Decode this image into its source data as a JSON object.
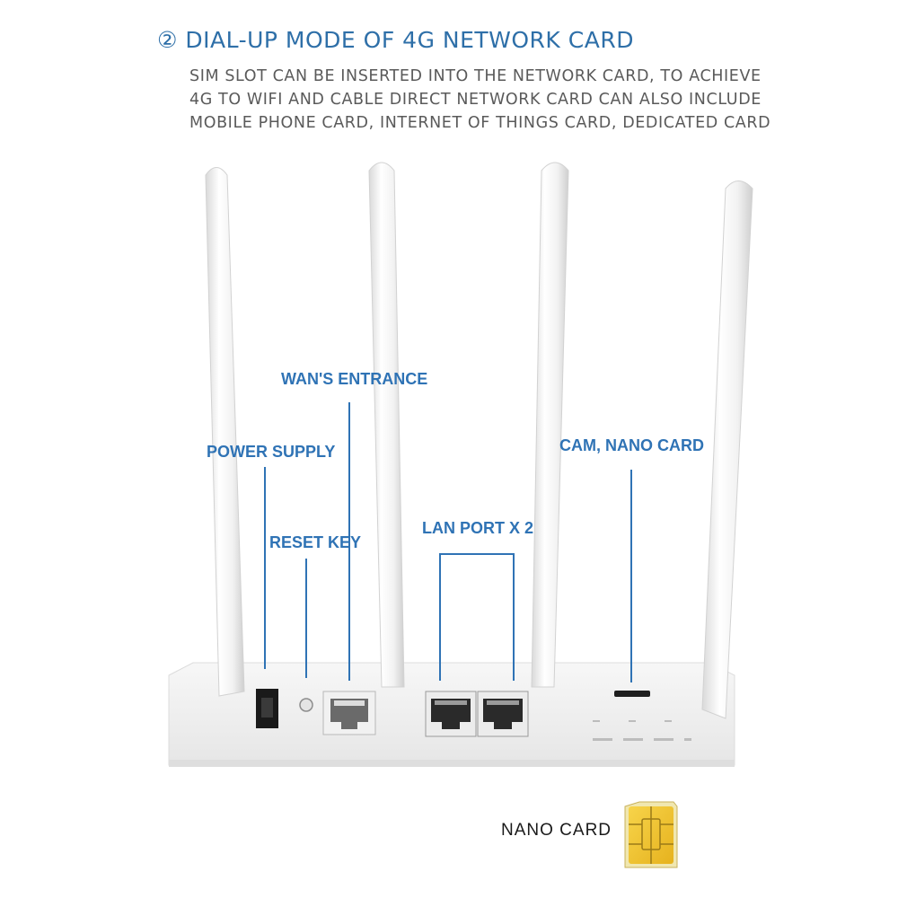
{
  "heading": "② DIAL-UP MODE OF 4G NETWORK CARD",
  "description": [
    "SIM SLOT CAN BE INSERTED INTO THE NETWORK CARD, TO ACHIEVE",
    "4G TO WIFI AND CABLE DIRECT NETWORK CARD CAN ALSO INCLUDE",
    "MOBILE PHONE CARD, INTERNET OF THINGS CARD, DEDICATED CARD"
  ],
  "callouts": {
    "wan": "WAN'S ENTRANCE",
    "power": "POWER SUPPLY",
    "reset": "RESET KEY",
    "lan": "LAN PORT X 2",
    "cam": "CAM, NANO CARD"
  },
  "nano_card_label": "NANO CARD",
  "colors": {
    "accent": "#2f73b5",
    "heading": "#2e6fa8",
    "body_text": "#5a5a5a",
    "sim_gold": "#f2c230"
  }
}
